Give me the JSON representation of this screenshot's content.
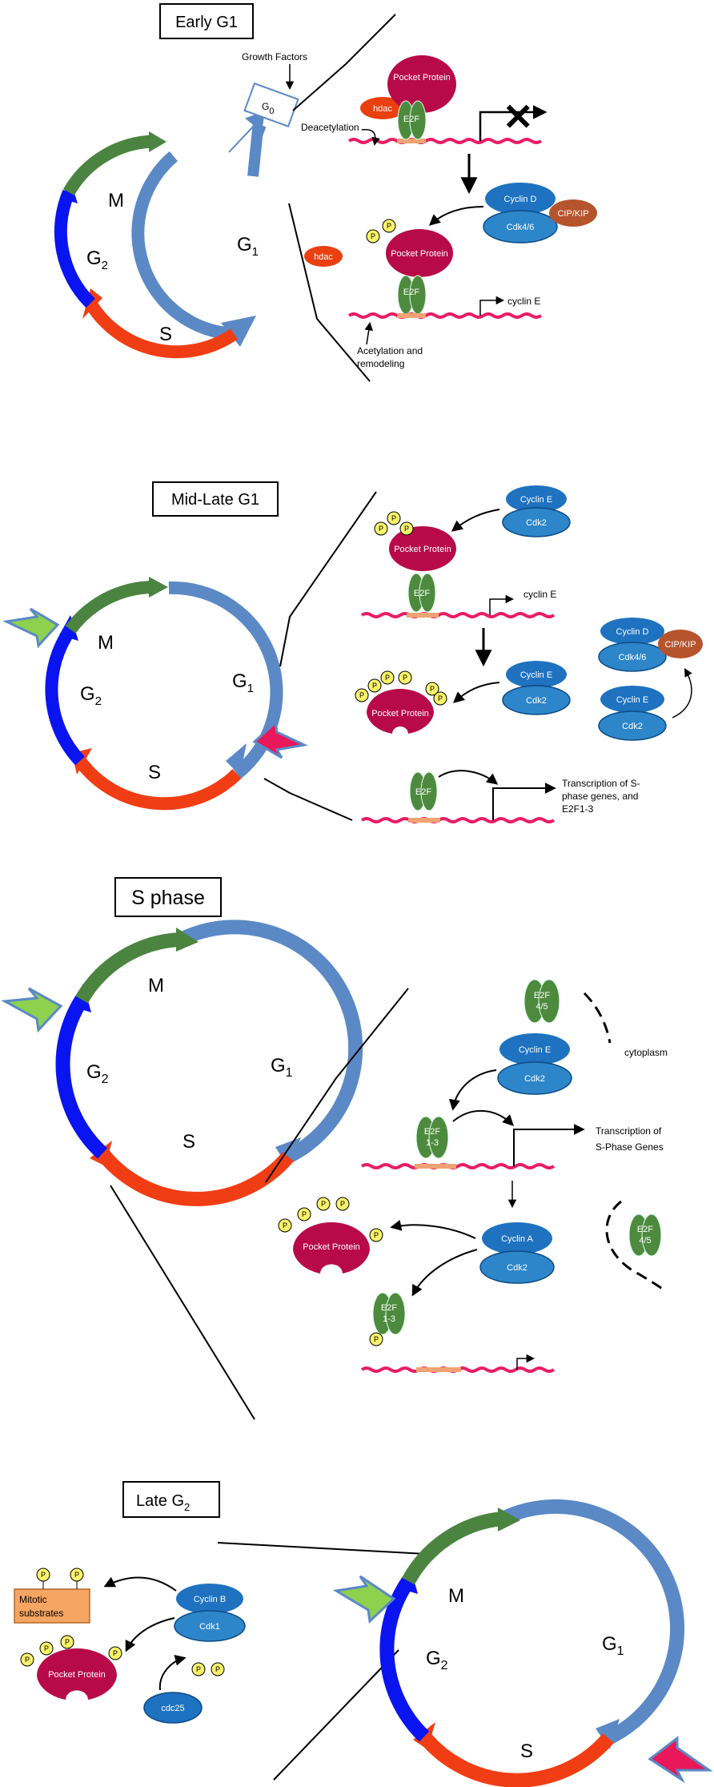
{
  "colors": {
    "m_arrow": "#4b8440",
    "g1_arrow": "#5b89c6",
    "g2_arrow": "#0a14f0",
    "s_arrow": "#f13d14",
    "dna": "#ea1c64",
    "e2f_site": "#f0a273",
    "pocket": "#b80a48",
    "e2f": "#4d8a3d",
    "cyclin": "#1e72c0",
    "cdk": "#2d86c9",
    "cipkip": "#b5542d",
    "hdac": "#ea4010",
    "phospho": "#f8f36a",
    "green_pointer": "#8dd14e",
    "pink_pointer": "#e8185a",
    "substrate": "#f6a562"
  },
  "panel1": {
    "title": "Early G1",
    "growth_factors": "Growth Factors",
    "g0": "G",
    "g0_sub": "0",
    "m": "M",
    "g1": "G",
    "g1_sub": "1",
    "g2": "G",
    "g2_sub": "2",
    "s": "S",
    "hdac": "hdac",
    "hdac_free": "hdac",
    "deacetylation": "Deacetylation",
    "pocket_protein": "Pocket Protein",
    "pocket_protein2": "Pocket Protein",
    "e2f": "E2F",
    "e2f2": "E2F",
    "cyclin_d": "Cyclin D",
    "cdk46": "Cdk4/6",
    "cipkip": "CIP/KIP",
    "cyclin_e_text": "cyclin E",
    "acetylation": "Acetylation and",
    "remodeling": "remodeling",
    "p": "P"
  },
  "panel2": {
    "title": "Mid-Late G1",
    "m": "M",
    "g1": "G",
    "g1_sub": "1",
    "g2": "G",
    "g2_sub": "2",
    "s": "S",
    "cyclin_e": "Cyclin E",
    "cdk2": "Cdk2",
    "pocket_protein": "Pocket Protein",
    "pocket_protein2": "Pocket Protein",
    "e2f": "E2F",
    "e2f2": "E2F",
    "cyclin_e_text": "cyclin E",
    "cyclin_e2": "Cyclin E",
    "cdk2_2": "Cdk2",
    "cyclin_d": "Cyclin D",
    "cdk46": "Cdk4/6",
    "cipkip": "CIP/KIP",
    "cyclin_e3": "Cyclin E",
    "cdk2_3": "Cdk2",
    "transcription_l1": "Transcription of S-",
    "transcription_l2": "phase genes, and",
    "transcription_l3": "E2F1-3",
    "p": "P"
  },
  "panel3": {
    "title": "S phase",
    "m": "M",
    "g1": "G",
    "g1_sub": "1",
    "g2": "G",
    "g2_sub": "2",
    "s": "S",
    "e2f45": "E2F",
    "e2f45_num": "4/5",
    "cytoplasm": "cytoplasm",
    "cyclin_e": "Cyclin E",
    "cdk2": "Cdk2",
    "e2f13": "E2F",
    "e2f13_num": "1-3",
    "transcription_l1": "Transcription of",
    "transcription_l2": "S-Phase Genes",
    "pocket_protein": "Pocket Protein",
    "cyclin_a": "Cyclin A",
    "cdk2_2": "Cdk2",
    "e2f45b": "E2F",
    "e2f45b_num": "4/5",
    "e2f13b": "E2F",
    "e2f13b_num": "1-3",
    "p": "P"
  },
  "panel4": {
    "title": "Late G",
    "title_sub": "2",
    "mitotic_l1": "Mitotic",
    "mitotic_l2": "substrates",
    "cyclin_b": "Cyclin B",
    "cdk1": "Cdk1",
    "pocket_protein": "Pocket Protein",
    "cdc25": "cdc25",
    "m": "M",
    "g1": "G",
    "g1_sub": "1",
    "g2": "G",
    "g2_sub": "2",
    "s": "S",
    "p": "P"
  }
}
